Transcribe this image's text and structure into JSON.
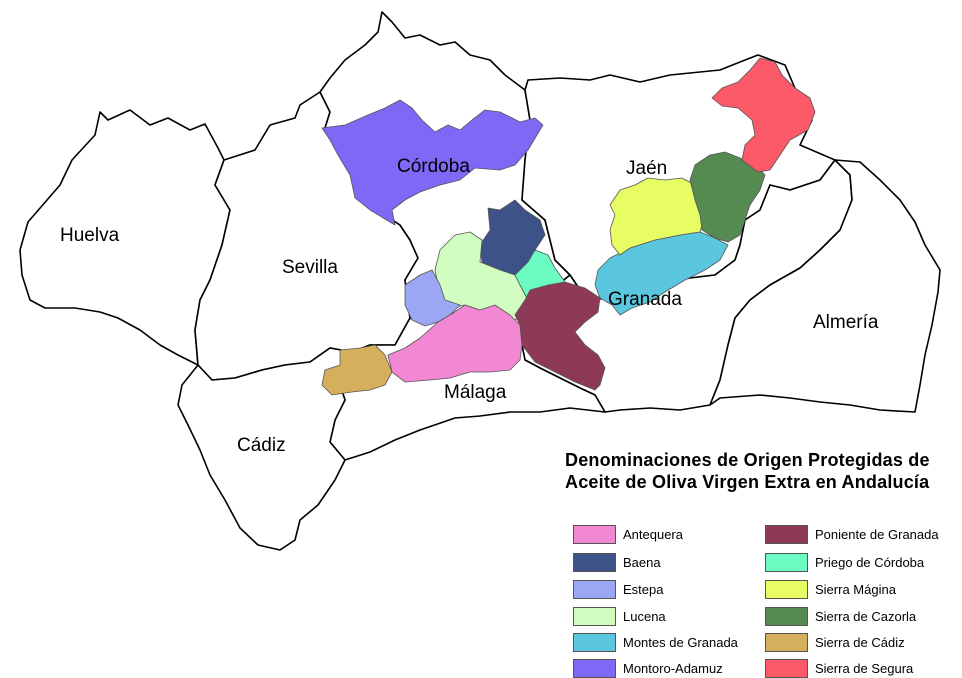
{
  "provinces": {
    "huelva": "Huelva",
    "sevilla": "Sevilla",
    "cordoba": "Córdoba",
    "jaen": "Jaén",
    "granada": "Granada",
    "almeria": "Almería",
    "malaga": "Málaga",
    "cadiz": "Cádiz"
  },
  "title": {
    "line1": "Denominaciones de Origen Protegidas de",
    "line2": "Aceite de Oliva Virgen Extra en Andalucía"
  },
  "legend": [
    {
      "label": "Antequera",
      "color": "#f287d3"
    },
    {
      "label": "Baena",
      "color": "#3c5289"
    },
    {
      "label": "Estepa",
      "color": "#9ba6f5"
    },
    {
      "label": "Lucena",
      "color": "#d2fdc0"
    },
    {
      "label": "Montes de Granada",
      "color": "#5ac7de"
    },
    {
      "label": "Montoro-Adamuz",
      "color": "#7e68f6"
    },
    {
      "label": "Poniente de Granada",
      "color": "#8e3a57"
    },
    {
      "label": "Priego de Córdoba",
      "color": "#6cfbc3"
    },
    {
      "label": "Sierra Mágina",
      "color": "#e8fd64"
    },
    {
      "label": "Sierra de Cazorla",
      "color": "#558b50"
    },
    {
      "label": "Sierra de Cádiz",
      "color": "#d5af5b"
    },
    {
      "label": "Sierra de Segura",
      "color": "#fc5a69"
    }
  ]
}
